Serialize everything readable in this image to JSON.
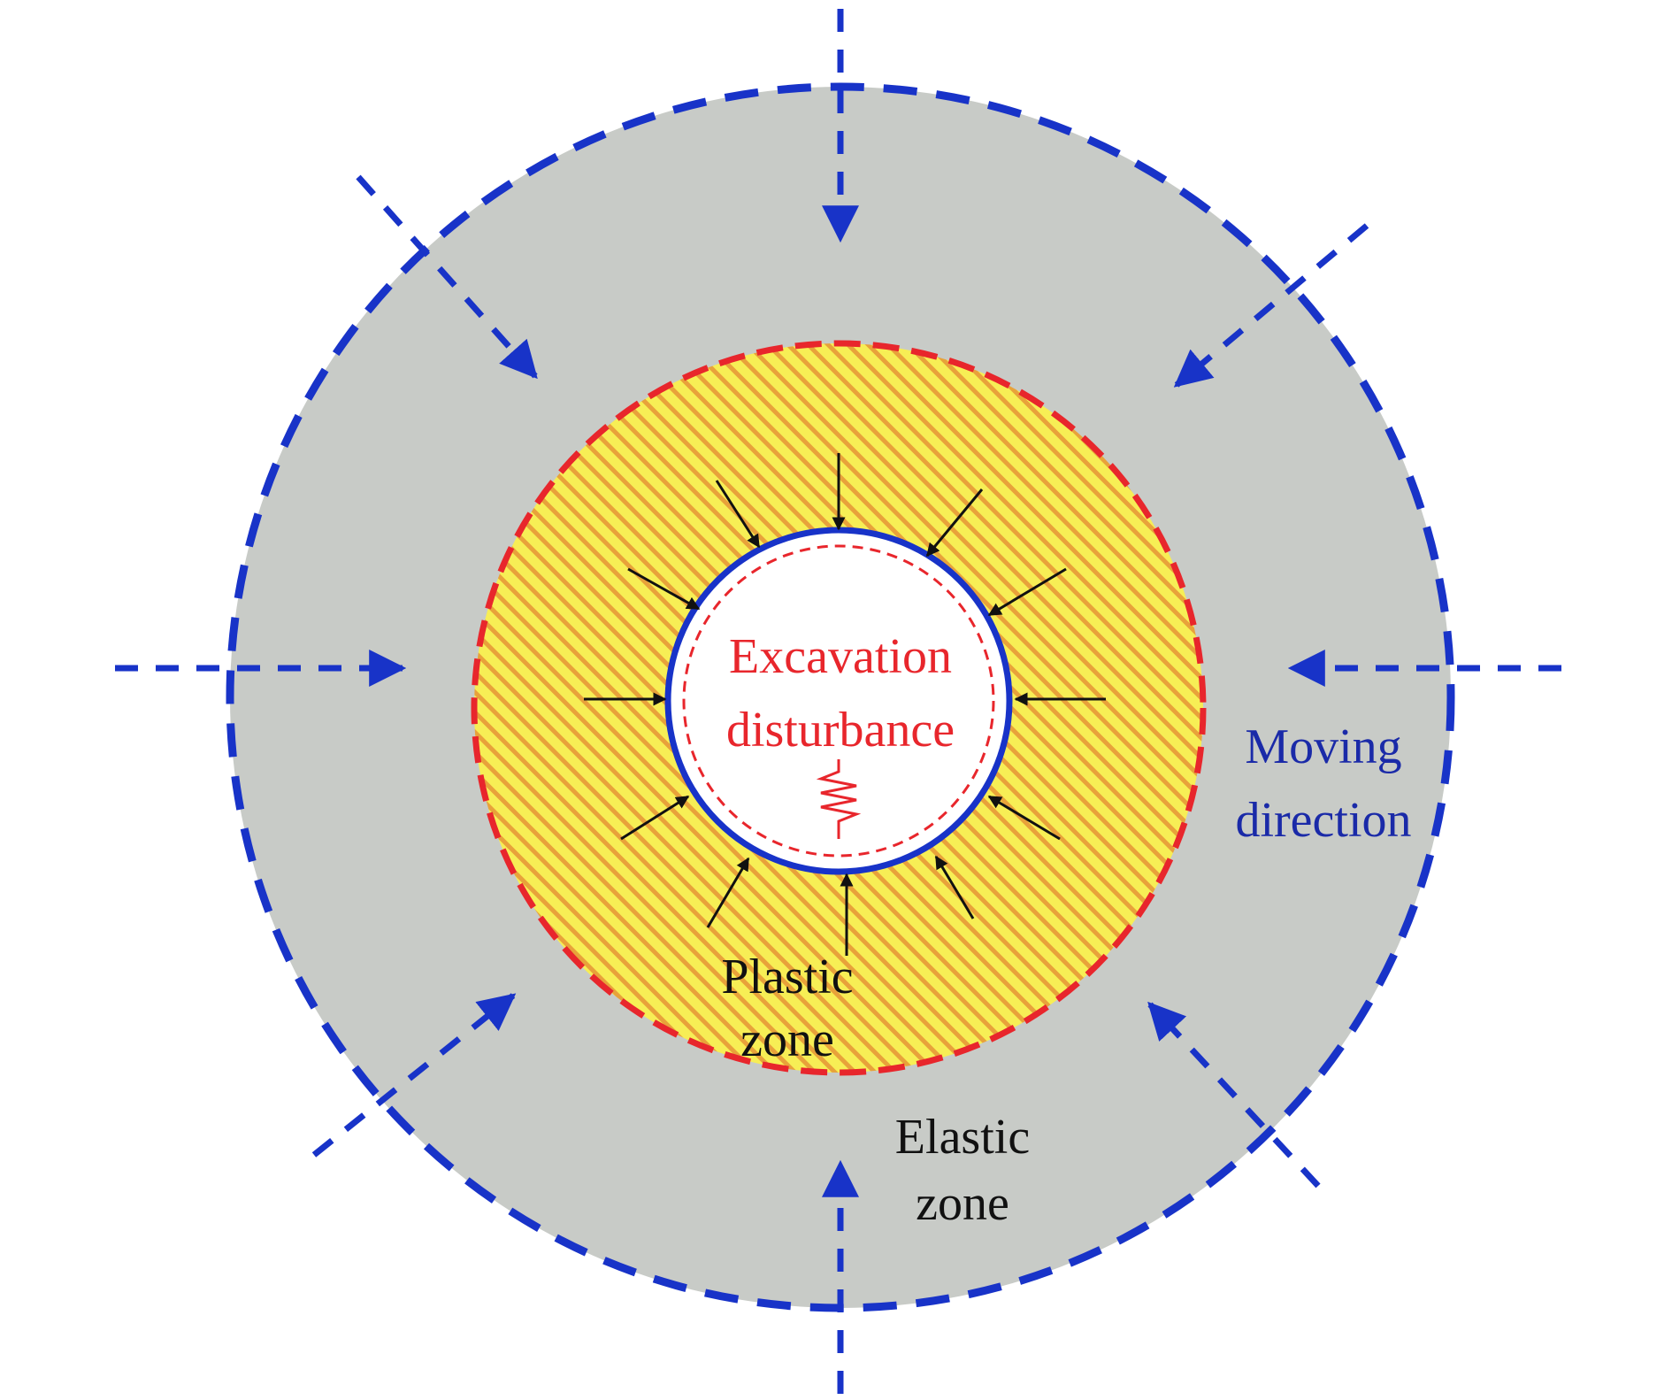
{
  "labels": {
    "excavation_line1": "Excavation",
    "excavation_line2": "disturbance",
    "plastic_line1": "Plastic",
    "plastic_line2": "zone",
    "elastic_line1": "Elastic",
    "elastic_line2": "zone",
    "moving_line1": "Moving",
    "moving_line2": "direction"
  },
  "colors": {
    "elastic_fill": "#c8cbc7",
    "plastic_fill": "#f7ee55",
    "hatch": "#e8a23a",
    "blue": "#1833c8",
    "red": "#e8262c",
    "black": "#111111",
    "red_text": "#e8262c",
    "blue_text": "#1a2aa8",
    "black_text": "#111111"
  }
}
